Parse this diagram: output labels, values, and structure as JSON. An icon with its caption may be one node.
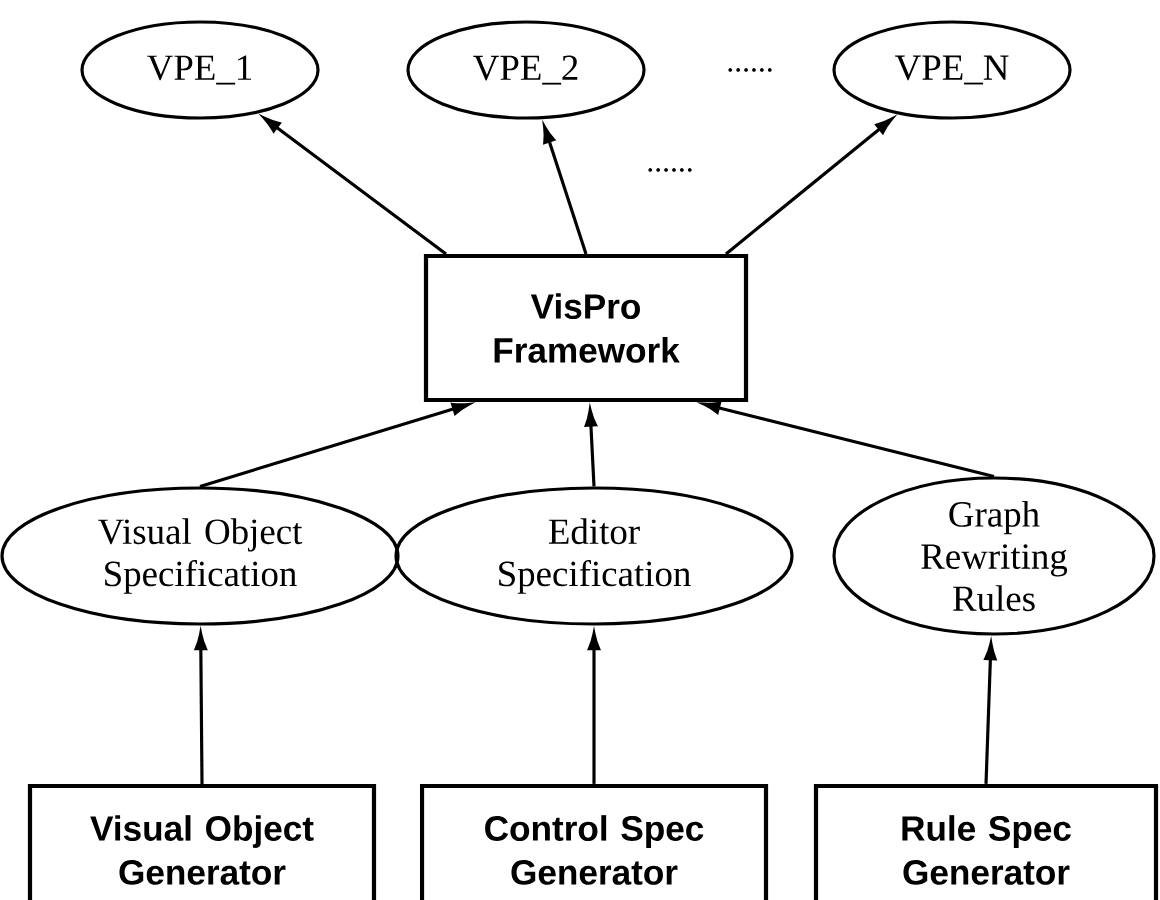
{
  "diagram": {
    "nodes": [
      {
        "text": [
          "VPE_1"
        ]
      },
      {
        "text": [
          "VPE_2"
        ]
      },
      {
        "text": [
          "VPE_N"
        ]
      },
      {
        "text": [
          "VisPro Framework"
        ]
      },
      {
        "text": [
          "Visual Object Specification"
        ]
      },
      {
        "text": [
          "Editor Specification"
        ]
      },
      {
        "text": [
          "Graph Rewriting Rules"
        ]
      },
      {
        "text": [
          "Visual Object Generator"
        ]
      },
      {
        "text": [
          "Control Spec Generator"
        ]
      },
      {
        "text": [
          "Rule Spec Generator"
        ]
      }
    ],
    "edges": [
      {
        "from": 3,
        "to": 0,
        "arrow": "to"
      },
      {
        "from": 3,
        "to": 1,
        "arrow": "to"
      },
      {
        "from": 3,
        "to": 2,
        "arrow": "to"
      },
      {
        "from": 4,
        "to": 3,
        "arrow": "to"
      },
      {
        "from": 5,
        "to": 3,
        "arrow": "to"
      },
      {
        "from": 6,
        "to": 3,
        "arrow": "to"
      },
      {
        "from": 7,
        "to": 4,
        "arrow": "to"
      },
      {
        "from": 8,
        "to": 5,
        "arrow": "to"
      },
      {
        "from": 9,
        "to": 6,
        "arrow": "to"
      }
    ],
    "labels": [
      "......",
      "......"
    ]
  }
}
